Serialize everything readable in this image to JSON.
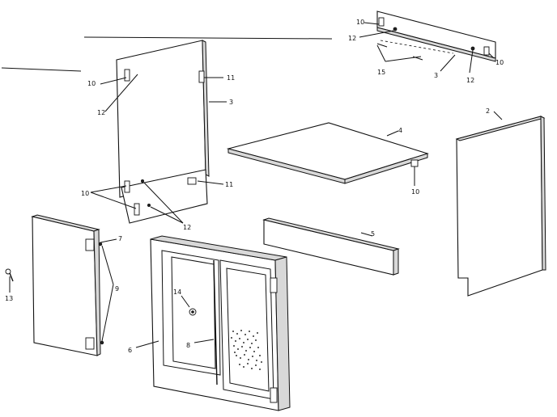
{
  "callouts": {
    "c1": "10",
    "c2": "12",
    "c3": "10",
    "c4": "15",
    "c5": "3",
    "c6": "12",
    "c7": "10",
    "c8": "11",
    "c9": "12",
    "c10": "3",
    "c11": "2",
    "c12": "4",
    "c13": "10",
    "c14": "11",
    "c15": "10",
    "c16": "12",
    "c17": "7",
    "c18": "5",
    "c19": "9",
    "c20": "13",
    "c21": "14",
    "c22": "6",
    "c23": "8"
  }
}
